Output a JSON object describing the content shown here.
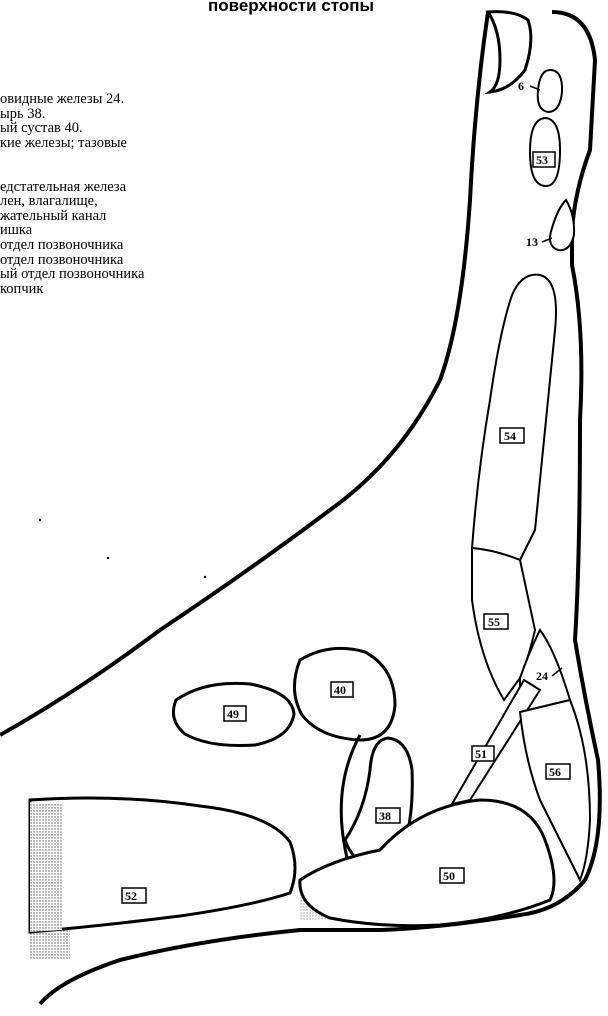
{
  "title": "поверхности стопы",
  "legend": [
    "овидные железы 24.",
    "ырь 38.",
    "ый сустав 40.",
    "кие железы; тазовые",
    "",
    "",
    "едстательная железа",
    "лен, влагалище,",
    "жательный канал",
    "ишка",
    "отдел позвоночника",
    "отдел позвоночника",
    "ый отдел позвоночника",
    "  копчик"
  ],
  "zones": [
    {
      "id": "zone-6",
      "label": "6"
    },
    {
      "id": "zone-53",
      "label": "53"
    },
    {
      "id": "zone-13",
      "label": "13"
    },
    {
      "id": "zone-54",
      "label": "54"
    },
    {
      "id": "zone-55",
      "label": "55"
    },
    {
      "id": "zone-24",
      "label": "24"
    },
    {
      "id": "zone-40",
      "label": "40"
    },
    {
      "id": "zone-49",
      "label": "49"
    },
    {
      "id": "zone-51",
      "label": "51"
    },
    {
      "id": "zone-56",
      "label": "56"
    },
    {
      "id": "zone-38",
      "label": "38"
    },
    {
      "id": "zone-50",
      "label": "50"
    },
    {
      "id": "zone-52",
      "label": "52"
    }
  ]
}
